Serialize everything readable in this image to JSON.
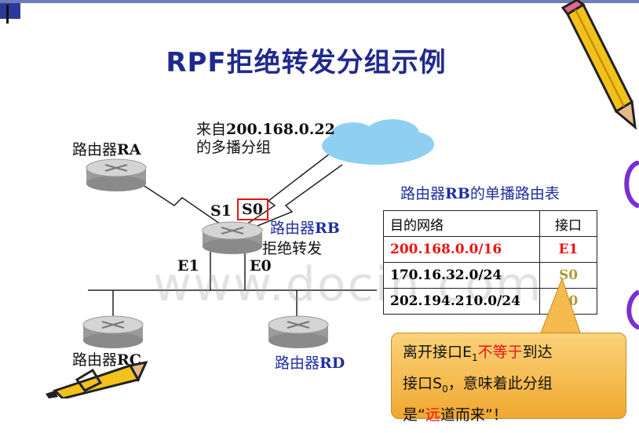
{
  "slide_title": "RPF拒绝转发分组示例",
  "source": {
    "line1_prefix": "来自",
    "line1_addr": "200.168.0.22",
    "line2": "的多播分组"
  },
  "routers": {
    "ra": {
      "prefix": "路由器",
      "name": "RA"
    },
    "rb": {
      "prefix": "路由器",
      "name": "RB",
      "action": "拒绝转发"
    },
    "rc": {
      "prefix": "路由器",
      "name": "RC"
    },
    "rd": {
      "prefix": "路由器",
      "name": "RD"
    }
  },
  "interfaces": {
    "s1": "S1",
    "s0": "S0",
    "e1": "E1",
    "e0": "E0"
  },
  "route_table": {
    "title_prefix": "路由器",
    "title_name": "RB",
    "title_suffix": "的单播路由表",
    "headers": [
      "目的网络",
      "接口"
    ],
    "rows": [
      {
        "network": "200.168.0.0/16",
        "iface": "E1"
      },
      {
        "network": "170.16.32.0/24",
        "iface": "S0"
      },
      {
        "network": "202.194.210.0/24",
        "iface": "E0"
      }
    ]
  },
  "callout": {
    "t1": "离开接口E",
    "sub1": "1",
    "t2": "不等于",
    "t3": "到达",
    "t4": "接口S",
    "sub2": "0",
    "t5": "，意味着此分组",
    "t6": "是“",
    "t7": "远",
    "t8": "道而来”！"
  },
  "watermark": "www.docin.com",
  "colors": {
    "title": "#1f2a8c",
    "label_blue": "#1f2fa0",
    "highlight": "#e11111",
    "callout_fill": "#f5bb4f"
  }
}
